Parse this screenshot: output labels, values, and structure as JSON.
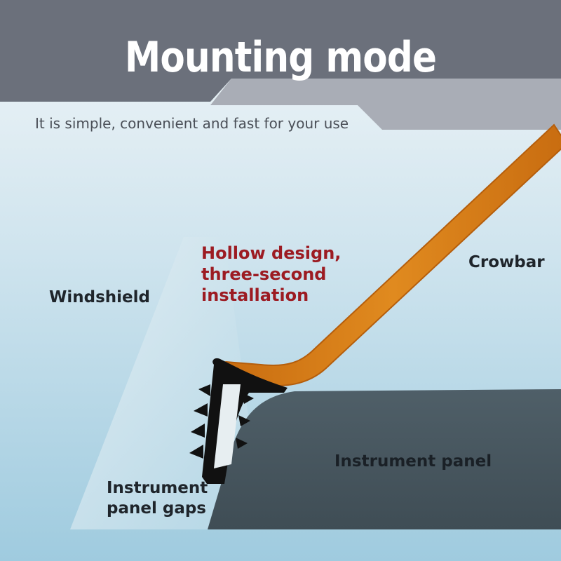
{
  "title": "Mounting mode",
  "subtitle": "It is simple, convenient and fast for your use",
  "labels": {
    "windshield": "Windshield",
    "hollow_line1": "Hollow design,",
    "hollow_line2": "three-second",
    "hollow_line3": "installation",
    "crowbar": "Crowbar",
    "instrument_panel": "Instrument panel",
    "gaps_line1": "Instrument",
    "gaps_line2": "panel gaps"
  },
  "colors": {
    "header_dark": "#6b707b",
    "header_light": "#a9adb6",
    "crowbar": "#d77a13",
    "panel": "#495860",
    "clip": "#111111",
    "accent_red": "#9c1b22"
  }
}
